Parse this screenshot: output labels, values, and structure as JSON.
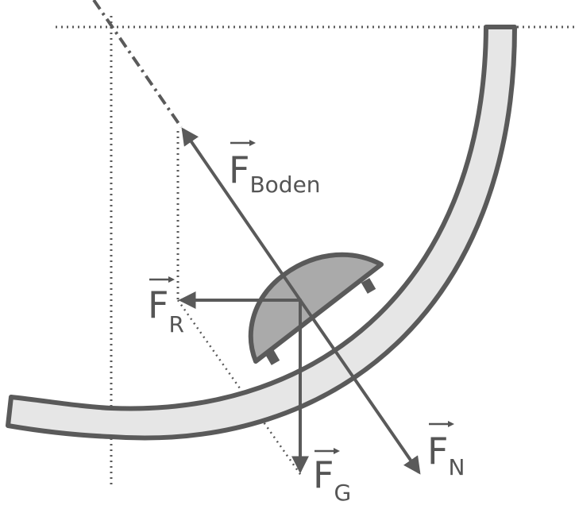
{
  "diagram": {
    "colors": {
      "stroke": "#5a5a5a",
      "track_fill": "#e6e6e6",
      "cart_fill": "#aaaaaa",
      "text": "#555555",
      "background": "#ffffff"
    },
    "forces": {
      "boden": {
        "symbol": "F",
        "subscript": "Boden"
      },
      "reibung": {
        "symbol": "F",
        "subscript": "R"
      },
      "gewicht": {
        "symbol": "F",
        "subscript": "G"
      },
      "normal": {
        "symbol": "F",
        "subscript": "N"
      }
    }
  }
}
